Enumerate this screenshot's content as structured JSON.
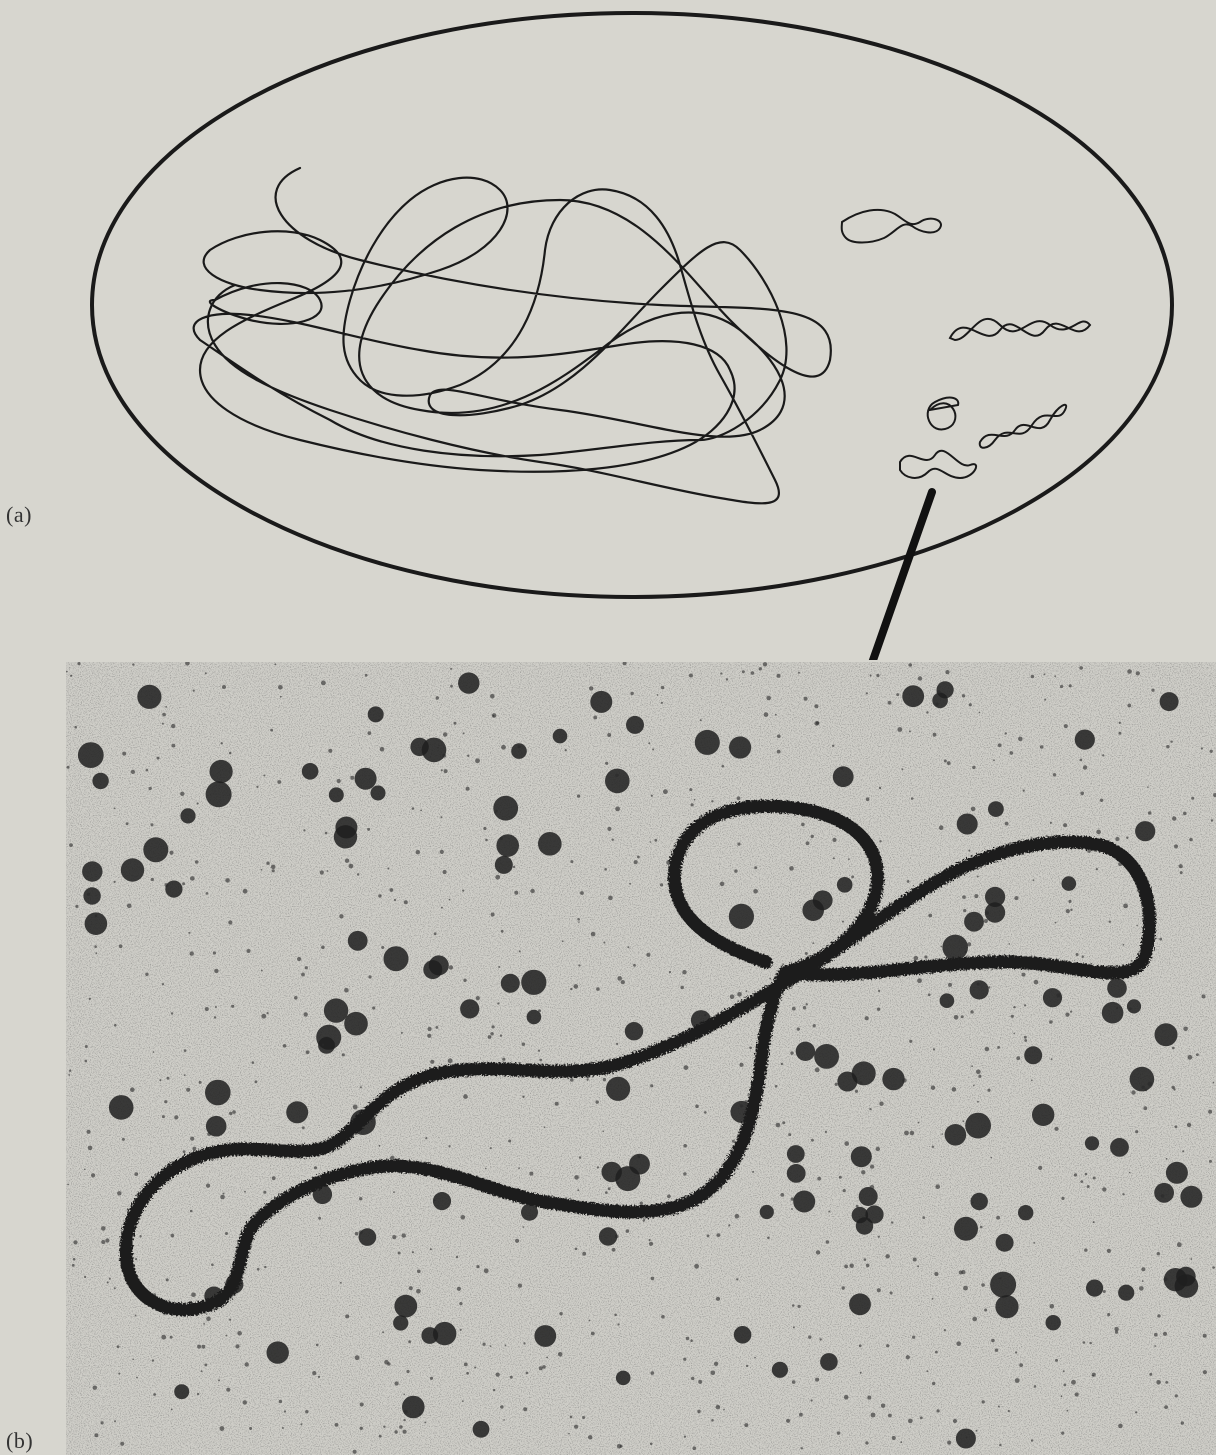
{
  "figure": {
    "panel_a": {
      "label": "(a)",
      "contents": [
        "large-tangled-chromosome",
        "small-plasmid-loop",
        "plasmid-twisted-1",
        "plasmid-figure-eight",
        "plasmid-twisted-2",
        "plasmid-twisted-3"
      ]
    },
    "panel_b": {
      "label": "(b)"
    },
    "colors": {
      "background": "#d7d6cf",
      "ink": "#1a1a1a",
      "micrograph_bg": "#cfcec8"
    }
  }
}
